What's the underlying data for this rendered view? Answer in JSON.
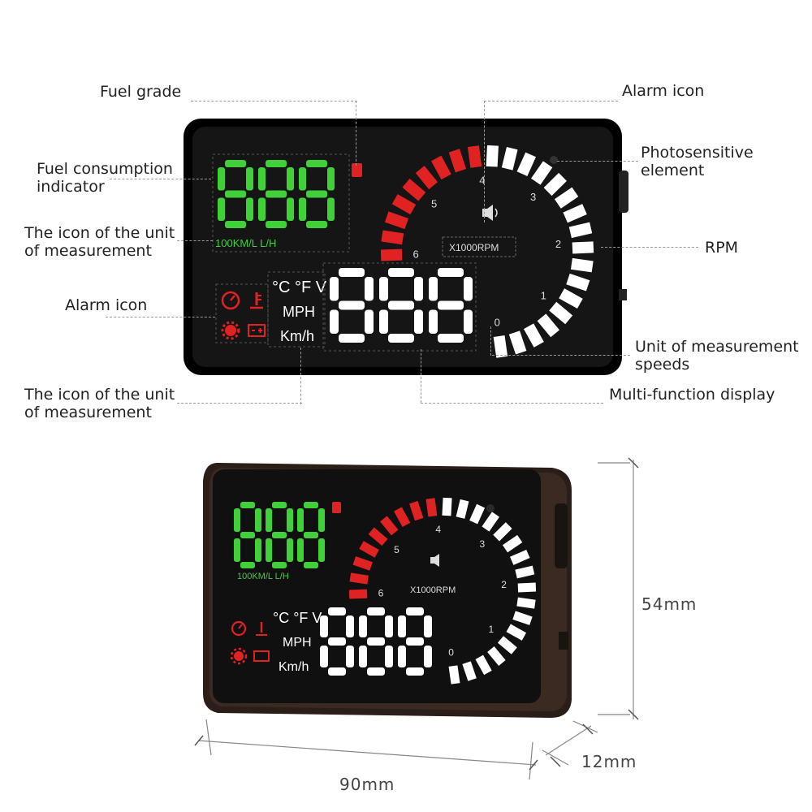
{
  "callouts": {
    "fuel_grade": "Fuel grade",
    "fuel_consumption": "Fuel consumption\nindicator",
    "unit_icon_top": "The icon of the unit\nof measurement",
    "alarm_left": "Alarm icon",
    "unit_icon_bottom": "The icon of the unit\nof measurement",
    "alarm_top": "Alarm icon",
    "photosensitive": "Photosensitive\nelement",
    "rpm": "RPM",
    "unit_speeds": "Unit of measurement\nspeeds",
    "multi_function": "Multi-function display"
  },
  "display": {
    "fuel_units": "100KM/L  L/H",
    "rpm_unit": "X1000RPM",
    "rpm_ticks": [
      "0",
      "1",
      "2",
      "3",
      "4",
      "5",
      "6"
    ],
    "temp_units": "°C °F V",
    "mph": "MPH",
    "kmh": "Km/h"
  },
  "dimensions": {
    "height": "54mm",
    "width": "90mm",
    "depth": "12mm"
  },
  "colors": {
    "green": "#3fd03a",
    "red": "#e02222",
    "white": "#ffffff",
    "screen": "#141414",
    "bezel": "#3a2a22"
  }
}
